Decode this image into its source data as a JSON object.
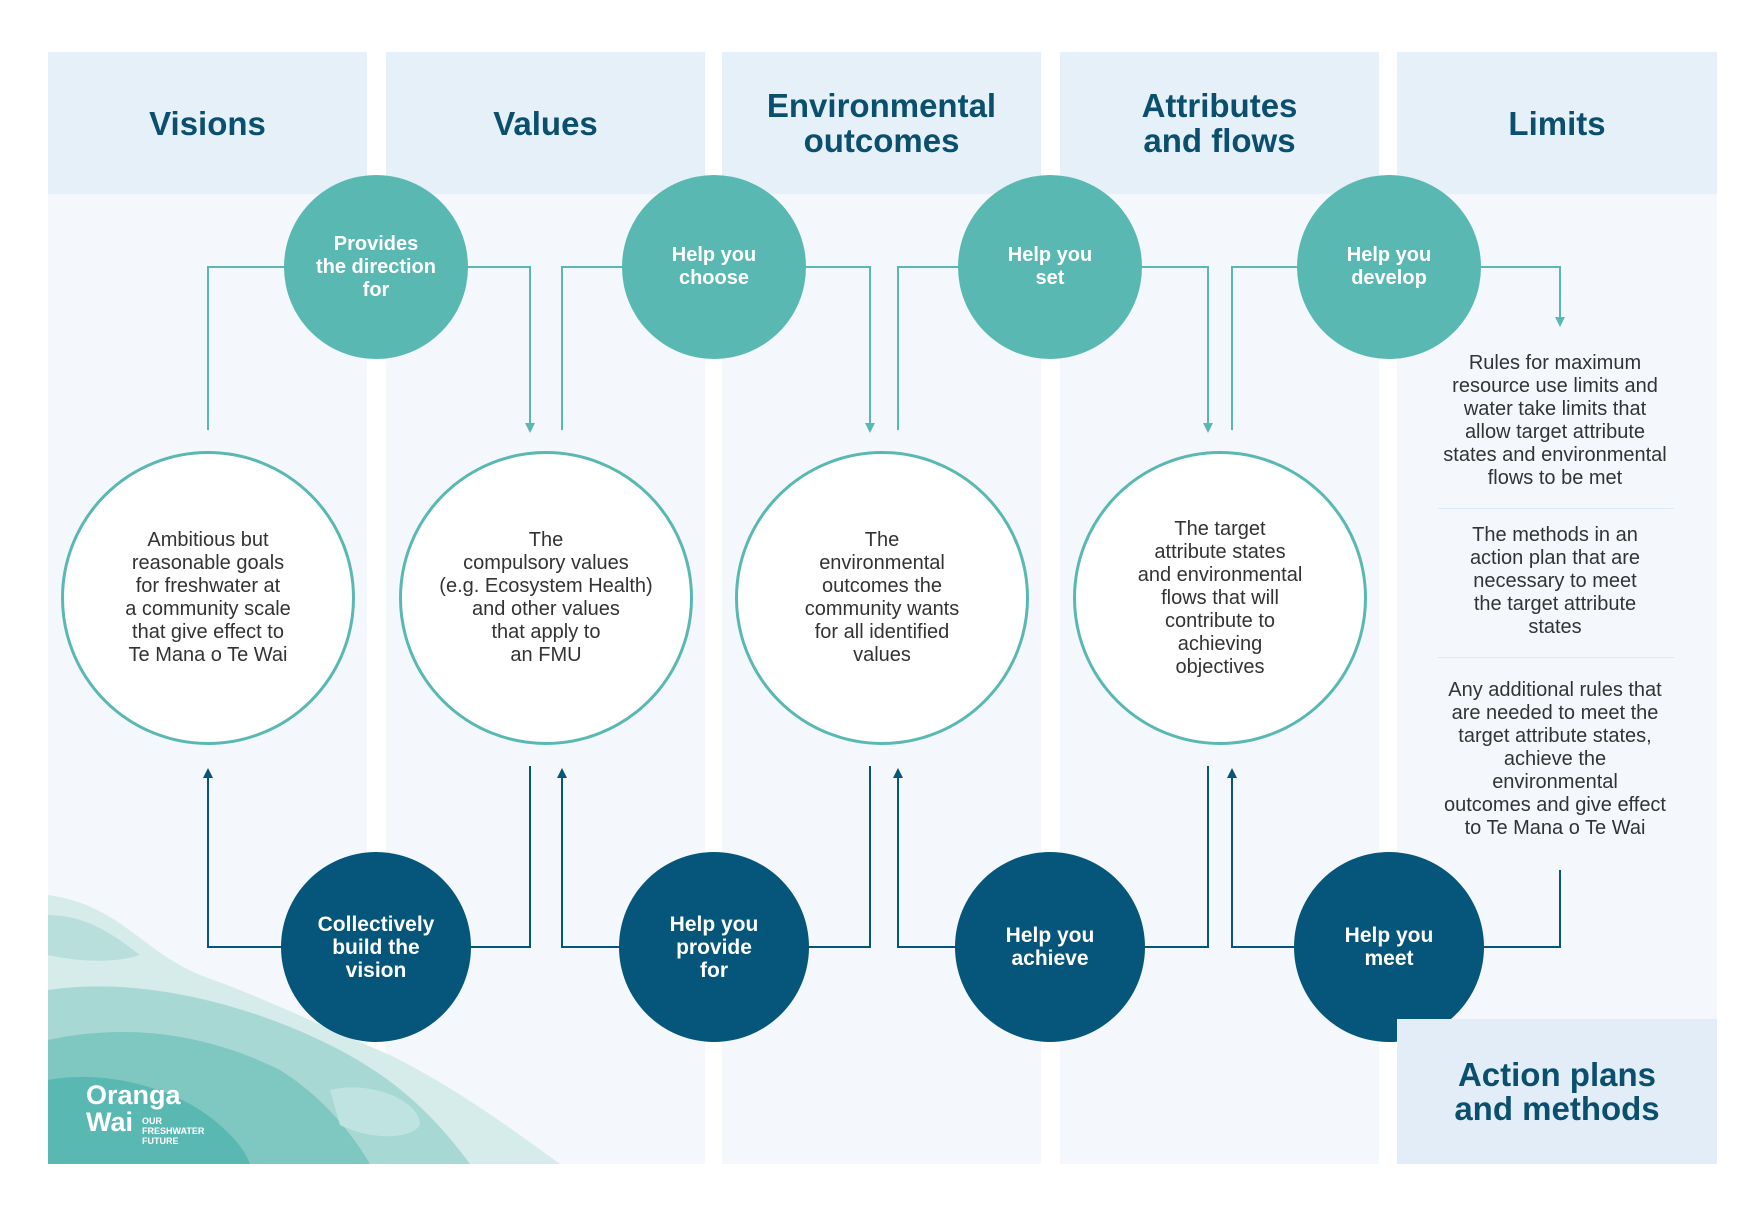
{
  "columns": [
    {
      "id": "visions",
      "title": "Visions"
    },
    {
      "id": "values",
      "title": "Values"
    },
    {
      "id": "environmental-outcomes",
      "title": "Environmental\noutcomes"
    },
    {
      "id": "attributes-and-flows",
      "title": "Attributes\nand flows"
    },
    {
      "id": "limits",
      "title": "Limits"
    }
  ],
  "top_connectors": [
    "Provides\nthe direction\nfor",
    "Help you\nchoose",
    "Help you\nset",
    "Help you\ndevelop"
  ],
  "main_circles": [
    "Ambitious but\nreasonable goals\nfor freshwater at\na community scale\nthat give effect to\nTe Mana o Te Wai",
    "The\ncompulsory values\n(e.g. Ecosystem Health)\nand other values\nthat apply to\nan FMU",
    "The\nenvironmental\noutcomes the\ncommunity wants\nfor all identified\nvalues",
    "The target\nattribute states\nand environmental\nflows that will\ncontribute to\nachieving\nobjectives"
  ],
  "bottom_connectors": [
    "Collectively\nbuild the\nvision",
    "Help you\nprovide\nfor",
    "Help you\nachieve",
    "Help you\nmeet"
  ],
  "limits_items": [
    "Rules for maximum\nresource use limits and\nwater take limits that\nallow target attribute\nstates and environmental\nflows to be met",
    "The methods in an\naction plan that are\nnecessary to meet\nthe target attribute\nstates",
    "Any additional rules that\nare needed to meet the\ntarget attribute states,\nachieve the\nenvironmental\noutcomes and give effect\nto Te Mana o Te Wai"
  ],
  "action_box": {
    "title": "Action plans\nand methods"
  },
  "logo": {
    "line1": "Oranga",
    "line2": "Wai",
    "tagline": "OUR FRESHWATER\nFUTURE"
  },
  "colors": {
    "teal": "#5ab8b3",
    "navy": "#05567a",
    "heading": "#0b4f6e",
    "column_bg": "#f4f8fd",
    "header_bg": "#e6f0f9"
  }
}
